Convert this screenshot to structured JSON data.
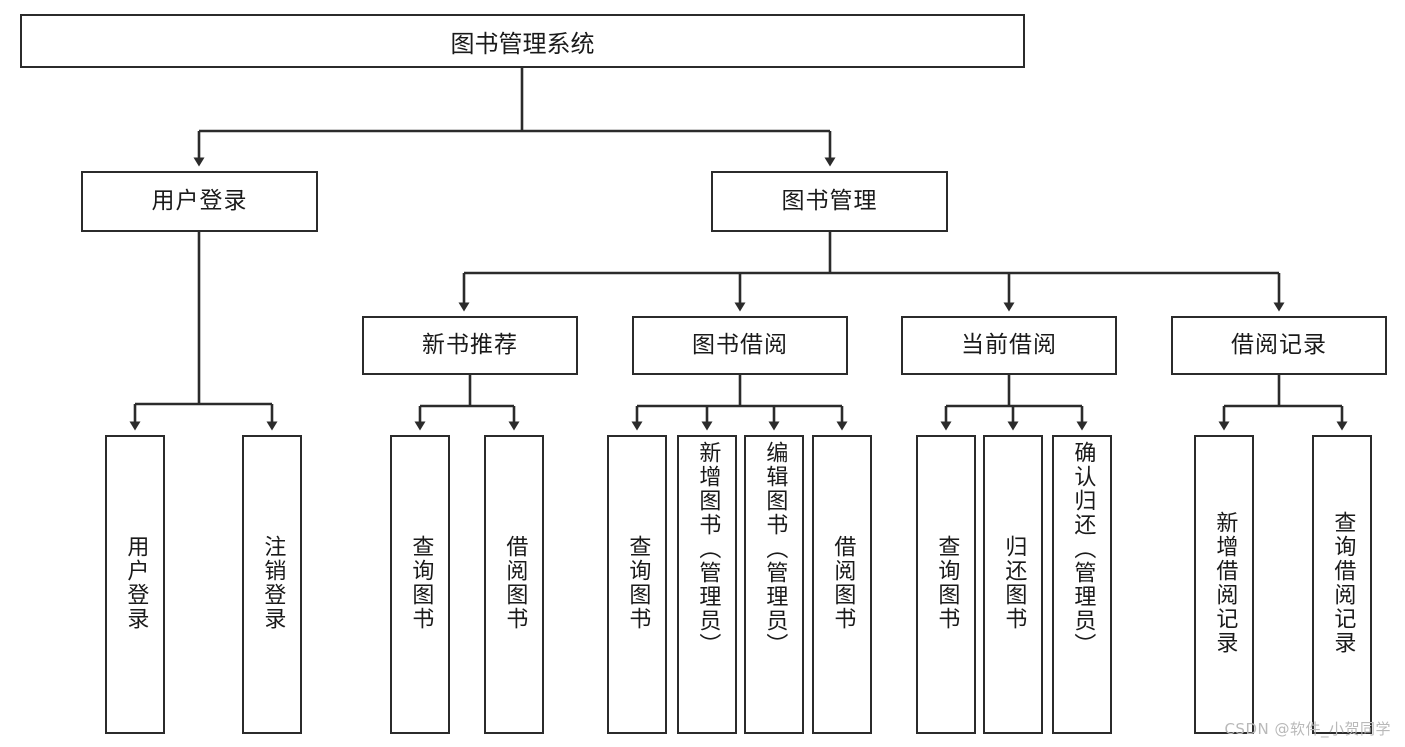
{
  "diagram": {
    "title": "图书管理系统",
    "type": "hierarchy-tree",
    "watermark": "CSDN @软件_小贺同学",
    "colors": {
      "box_border": "#2b2b2b",
      "box_fill": "#ffffff",
      "edge": "#2b2b2b",
      "text": "#1a1a1a",
      "watermark": "#b9b9b9"
    },
    "root": {
      "label": "图书管理系统"
    },
    "level2": [
      {
        "id": "user-login",
        "label": "用户登录"
      },
      {
        "id": "book-manage",
        "label": "图书管理"
      }
    ],
    "level3": [
      {
        "id": "new-book-recommend",
        "label": "新书推荐"
      },
      {
        "id": "book-borrow",
        "label": "图书借阅"
      },
      {
        "id": "current-borrow",
        "label": "当前借阅"
      },
      {
        "id": "borrow-record",
        "label": "借阅记录"
      }
    ],
    "leaves": {
      "user_login": [
        {
          "id": "leaf-user-login",
          "label": "用户登录"
        },
        {
          "id": "leaf-logout",
          "label": "注销登录"
        }
      ],
      "new_book_recommend": [
        {
          "id": "leaf-query-book-1",
          "label": "查询图书"
        },
        {
          "id": "leaf-borrow-book-1",
          "label": "借阅图书"
        }
      ],
      "book_borrow": [
        {
          "id": "leaf-query-book-2",
          "label": "查询图书"
        },
        {
          "id": "leaf-add-book",
          "label": "新增图书（管理员）"
        },
        {
          "id": "leaf-edit-book",
          "label": "编辑图书（管理员）"
        },
        {
          "id": "leaf-borrow-book-2",
          "label": "借阅图书"
        }
      ],
      "current_borrow": [
        {
          "id": "leaf-query-book-3",
          "label": "查询图书"
        },
        {
          "id": "leaf-return-book",
          "label": "归还图书"
        },
        {
          "id": "leaf-confirm-return",
          "label": "确认归还（管理员）"
        }
      ],
      "borrow_record": [
        {
          "id": "leaf-add-record",
          "label": "新增借阅记录"
        },
        {
          "id": "leaf-query-record",
          "label": "查询借阅记录"
        }
      ]
    }
  }
}
